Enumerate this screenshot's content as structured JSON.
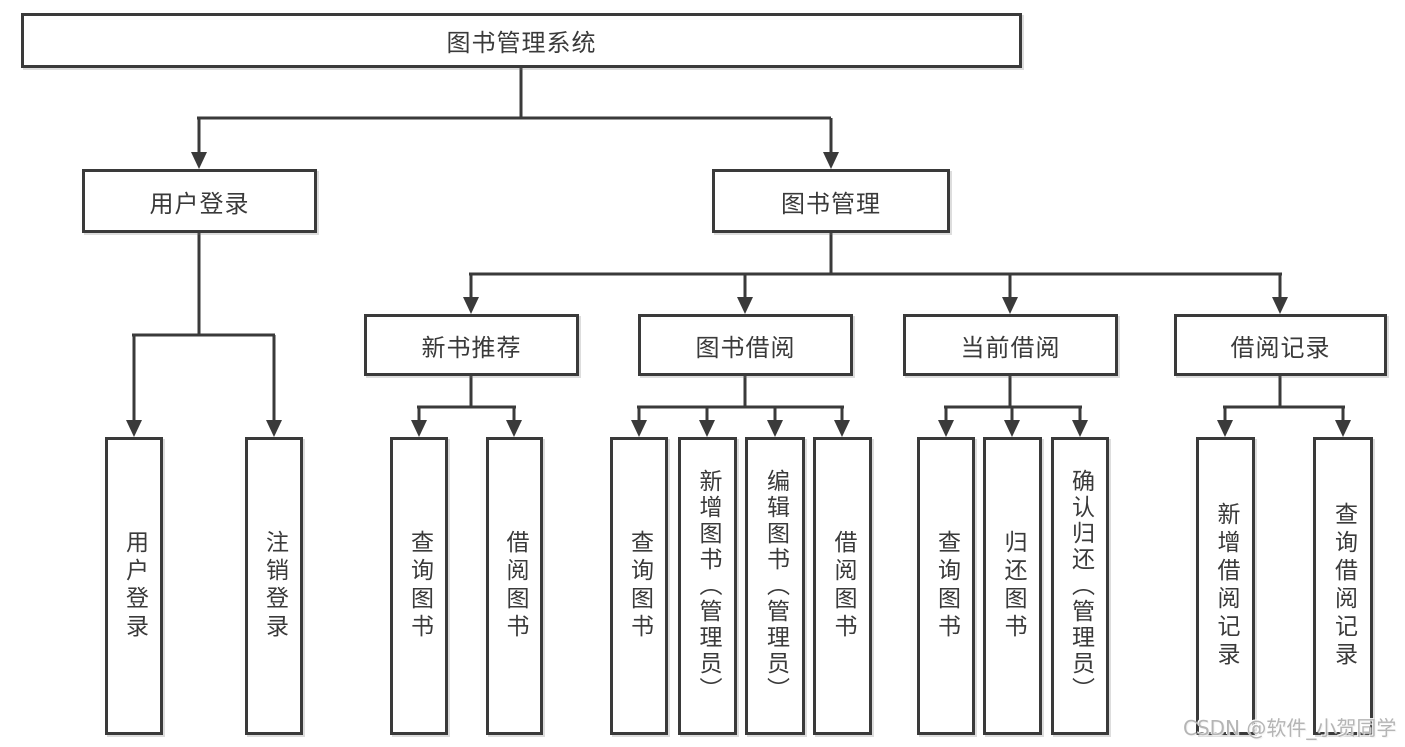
{
  "diagram": {
    "root": {
      "label": "图书管理系统"
    },
    "level2": [
      {
        "label": "用户登录"
      },
      {
        "label": "图书管理"
      }
    ],
    "level3": [
      {
        "label": "新书推荐"
      },
      {
        "label": "图书借阅"
      },
      {
        "label": "当前借阅"
      },
      {
        "label": "借阅记录"
      }
    ],
    "leaves": [
      {
        "label": "用户登录"
      },
      {
        "label": "注销登录"
      },
      {
        "label": "查询图书"
      },
      {
        "label": "借阅图书"
      },
      {
        "label": "查询图书"
      },
      {
        "label": "新增图书（管理员）"
      },
      {
        "label": "编辑图书（管理员）"
      },
      {
        "label": "借阅图书"
      },
      {
        "label": "查询图书"
      },
      {
        "label": "归还图书"
      },
      {
        "label": "确认归还（管理员）"
      },
      {
        "label": "新增借阅记录"
      },
      {
        "label": "查询借阅记录"
      }
    ]
  },
  "watermark": {
    "text": "CSDN @软件_小贺同学"
  },
  "colors": {
    "line": "#3a3a3a",
    "text": "#3a3a3a",
    "watermark": "#b5b5b5"
  }
}
